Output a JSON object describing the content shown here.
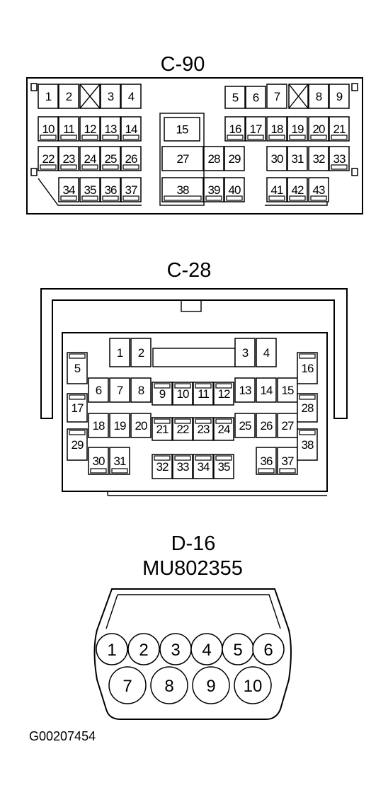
{
  "connectors": [
    {
      "label": "C-90",
      "pins": [
        "1",
        "2",
        "3",
        "4",
        "5",
        "6",
        "7",
        "8",
        "9",
        "10",
        "11",
        "12",
        "13",
        "14",
        "15",
        "16",
        "17",
        "18",
        "19",
        "20",
        "21",
        "22",
        "23",
        "24",
        "25",
        "26",
        "27",
        "28",
        "29",
        "30",
        "31",
        "32",
        "33",
        "34",
        "35",
        "36",
        "37",
        "38",
        "39",
        "40",
        "41",
        "42",
        "43"
      ]
    },
    {
      "label": "C-28",
      "pins": [
        "1",
        "2",
        "3",
        "4",
        "5",
        "6",
        "7",
        "8",
        "9",
        "10",
        "11",
        "12",
        "13",
        "14",
        "15",
        "16",
        "17",
        "18",
        "19",
        "20",
        "21",
        "22",
        "23",
        "24",
        "25",
        "26",
        "27",
        "28",
        "29",
        "30",
        "31",
        "32",
        "33",
        "34",
        "35",
        "36",
        "37",
        "38"
      ]
    },
    {
      "label": "D-16",
      "part_number": "MU802355",
      "pins": [
        "1",
        "2",
        "3",
        "4",
        "5",
        "6",
        "7",
        "8",
        "9",
        "10"
      ]
    }
  ],
  "figure_id": "G00207454"
}
